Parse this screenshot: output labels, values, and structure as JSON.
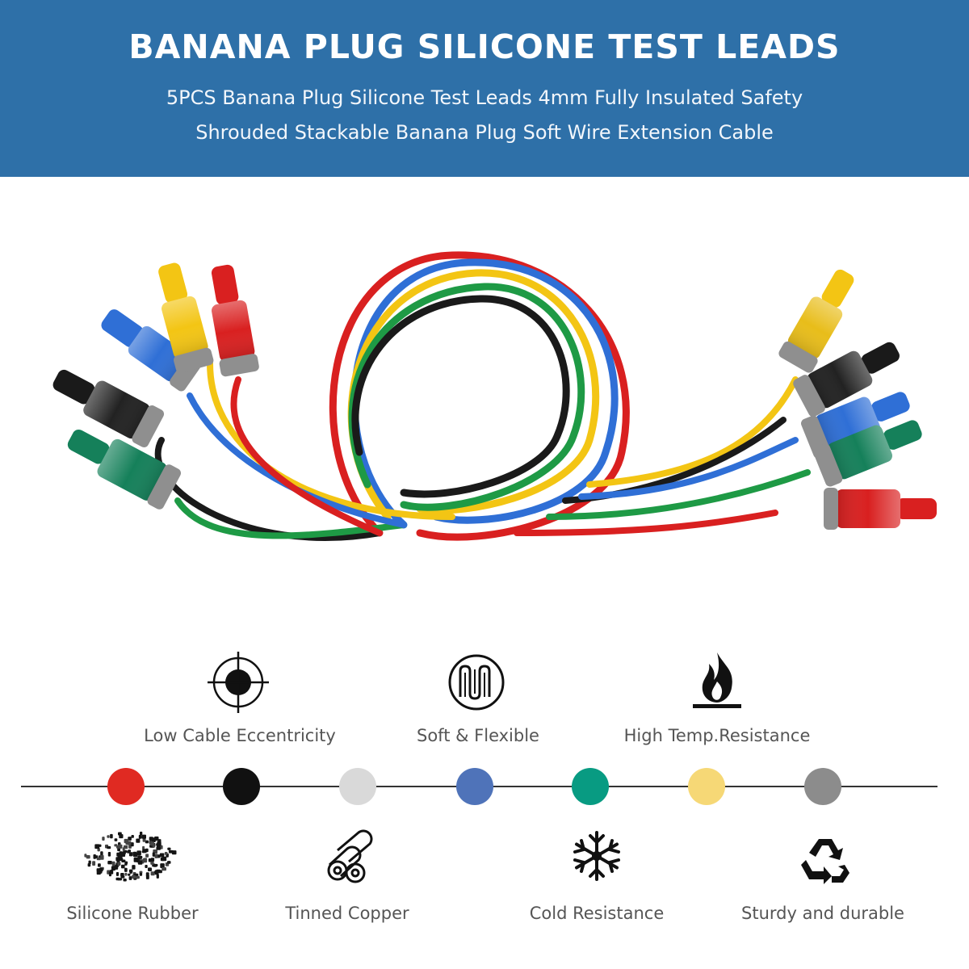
{
  "banner": {
    "title": "BANANA PLUG SILICONE TEST LEADS",
    "subtitle_line1": "5PCS Banana Plug Silicone Test Leads 4mm Fully Insulated Safety",
    "subtitle_line2": "Shrouded Stackable Banana Plug Soft Wire Extension Cable",
    "background_color": "#2e70a8"
  },
  "features_top": [
    {
      "label": "Low Cable Eccentricity",
      "icon": "crosshair-icon"
    },
    {
      "label": "Soft & Flexible",
      "icon": "flexible-wire-icon"
    },
    {
      "label": "High Temp.Resistance",
      "icon": "flame-icon"
    }
  ],
  "color_swatches": [
    {
      "name": "red",
      "color": "#e02a22"
    },
    {
      "name": "black",
      "color": "#111111"
    },
    {
      "name": "white",
      "color": "#d9d9d9"
    },
    {
      "name": "blue",
      "color": "#4f73b9"
    },
    {
      "name": "green",
      "color": "#089b82"
    },
    {
      "name": "yellow",
      "color": "#f6d876"
    },
    {
      "name": "gray",
      "color": "#8c8c8c"
    }
  ],
  "features_bottom": [
    {
      "label": "Silicone Rubber",
      "icon": "rubber-granules-icon"
    },
    {
      "label": "Tinned Copper",
      "icon": "copper-rolls-icon"
    },
    {
      "label": "Cold Resistance",
      "icon": "snowflake-icon"
    },
    {
      "label": "Sturdy and durable",
      "icon": "recycle-icon"
    }
  ],
  "lead_colors": {
    "red": "#d92020",
    "yellow": "#f3c514",
    "blue": "#2f6fd6",
    "black": "#1a1a1a",
    "green": "#1e9a45",
    "green_plug": "#15805a",
    "cap_gray": "#8f8f8f"
  }
}
